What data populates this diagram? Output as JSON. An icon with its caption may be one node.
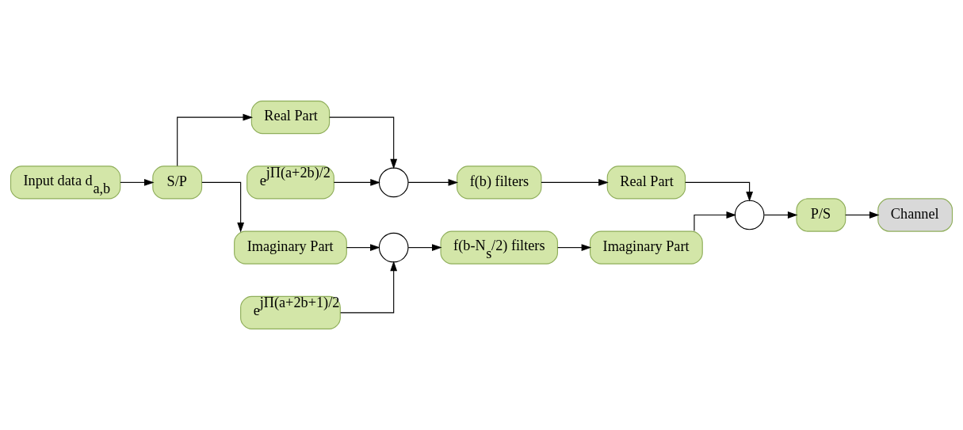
{
  "diagram": {
    "nodes": [
      {
        "text": [
          "Input data d$_{a,b}$"
        ]
      },
      {
        "text": [
          "S/P"
        ]
      },
      {
        "text": [
          "Real Part"
        ]
      },
      {
        "text": [
          "Imaginary Part"
        ]
      },
      {
        "text": [
          "e$^{jΠ(a+2b)/2}$"
        ]
      },
      {
        "text": [],
        "shape": "circle"
      },
      {
        "text": [
          "e$^{jΠ(a+2b+1)/2}$"
        ]
      },
      {
        "text": [],
        "shape": "circle"
      },
      {
        "text": [
          "f(b) filters"
        ]
      },
      {
        "text": [
          "f(b-N$_{s}$/2) filters"
        ]
      },
      {
        "text": [
          "Real Part"
        ]
      },
      {
        "text": [
          "Imaginary Part"
        ]
      },
      {
        "text": [],
        "shape": "circle"
      },
      {
        "text": [
          "P/S"
        ]
      },
      {
        "text": [
          "Channel"
        ]
      }
    ],
    "edges": [
      {
        "from": 0,
        "to": 1,
        "arrow": "to"
      },
      {
        "from": 1,
        "to": 2,
        "arrow": "to"
      },
      {
        "from": 1,
        "to": 3,
        "arrow": "to"
      },
      {
        "from": 2,
        "to": 5,
        "arrow": "to"
      },
      {
        "from": 4,
        "to": 5,
        "arrow": "to"
      },
      {
        "from": 5,
        "to": 8,
        "arrow": "to"
      },
      {
        "from": 8,
        "to": 10,
        "arrow": "to"
      },
      {
        "from": 3,
        "to": 7,
        "arrow": "to"
      },
      {
        "from": 6,
        "to": 7,
        "arrow": "to"
      },
      {
        "from": 7,
        "to": 9,
        "arrow": "to"
      },
      {
        "from": 9,
        "to": 11,
        "arrow": "to"
      },
      {
        "from": 11,
        "to": 12,
        "arrow": "to"
      },
      {
        "from": 10,
        "to": 12,
        "arrow": "to"
      },
      {
        "from": 12,
        "to": 13,
        "arrow": "to"
      },
      {
        "from": 13,
        "to": 14,
        "arrow": "to"
      }
    ]
  }
}
